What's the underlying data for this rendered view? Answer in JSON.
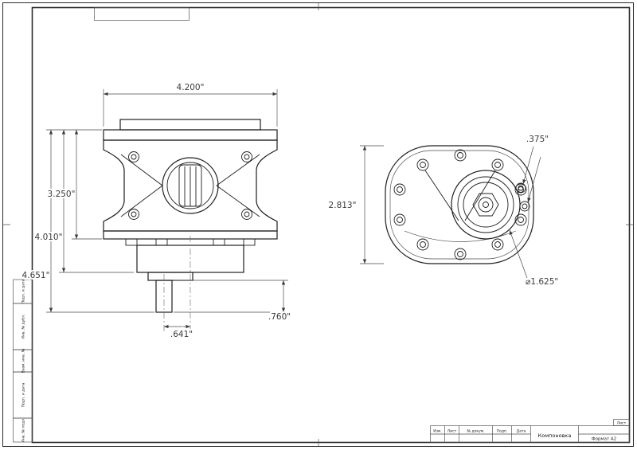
{
  "side_view": {
    "width": "4.200\"",
    "body_height": "3.250\"",
    "flange_height": "4.010\"",
    "total_height": "4.651\"",
    "shaft_offset": ".641\"",
    "shaft_length": ".760\""
  },
  "front_view": {
    "height": "2.813\"",
    "port_spacing": ".375\"",
    "hub_diameter": "⌀1.625\""
  },
  "title_block": {
    "headers": [
      "Изм.",
      "Лист",
      "№ докум.",
      "Подп.",
      "Дата"
    ],
    "name": "Компоновка",
    "format": "Формат А2",
    "sheet": "Лист"
  },
  "margin_labels": [
    "Подп. и дата",
    "Инв. № дубл.",
    "Взам. инв. №",
    "Подп. и дата",
    "Инв. № подл."
  ]
}
